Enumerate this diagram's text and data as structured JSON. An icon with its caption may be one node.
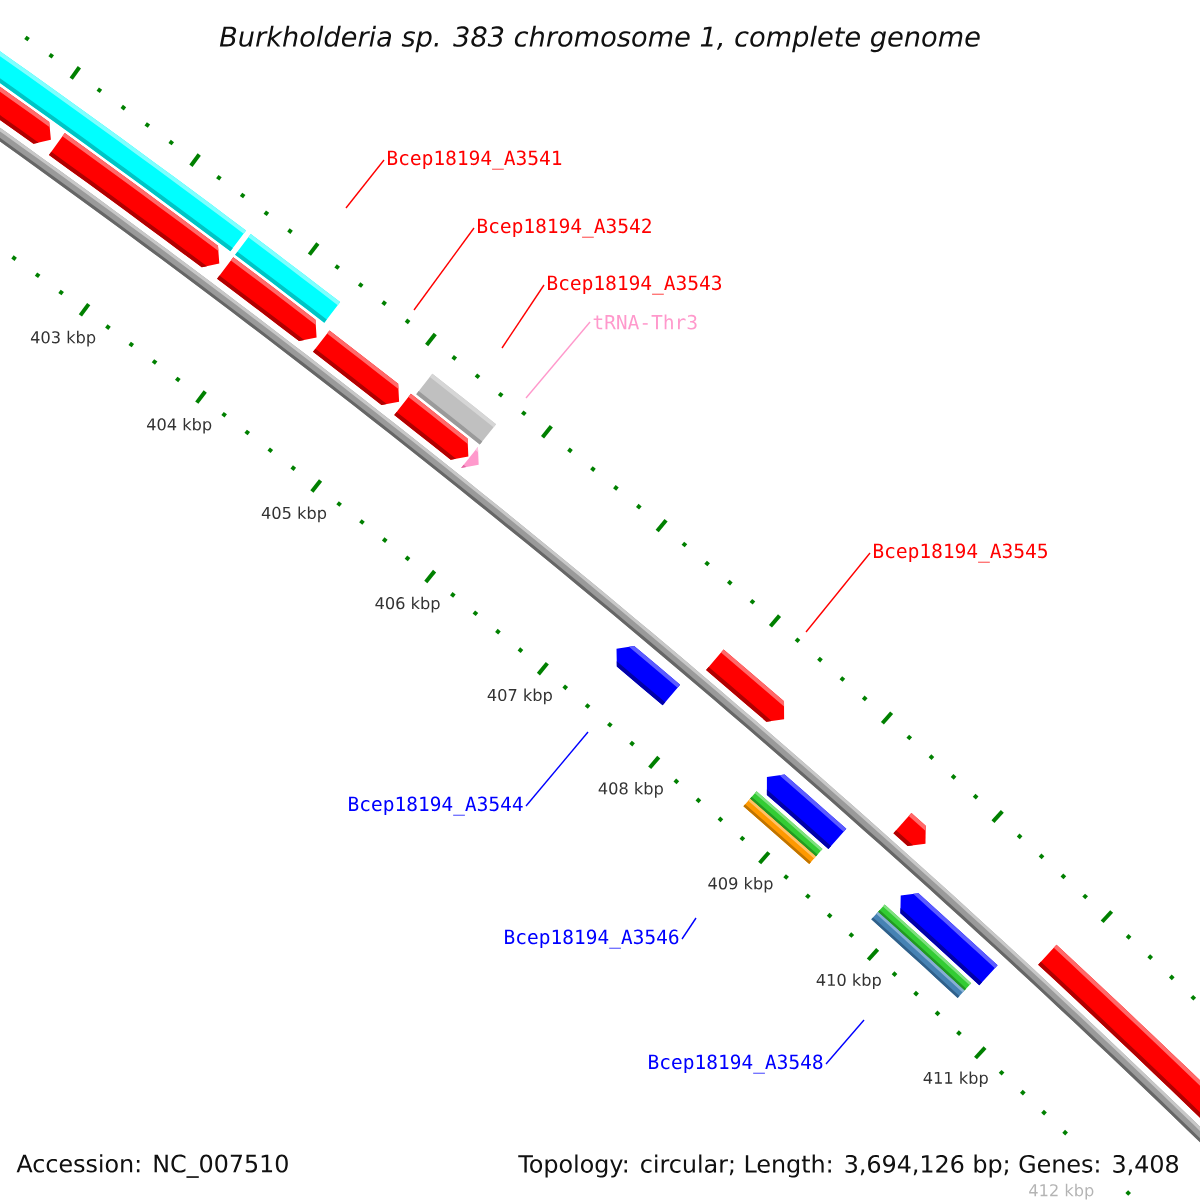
{
  "diagram": {
    "title": "Burkholderia sp. 383 chromosome 1, complete genome",
    "nodes": [
      {
        "text": [
          "Bcep18194_A3541"
        ]
      },
      {
        "text": [
          "Bcep18194_A3542"
        ]
      },
      {
        "text": [
          "Bcep18194_A3543"
        ]
      },
      {
        "text": [
          "tRNA-Thr3"
        ]
      },
      {
        "text": [
          "Bcep18194_A3545"
        ]
      },
      {
        "text": [
          "Bcep18194_A3544"
        ]
      },
      {
        "text": [
          "Bcep18194_A3546"
        ]
      },
      {
        "text": [
          "Bcep18194_A3548"
        ]
      }
    ],
    "edges": [
      {
        "from": 0,
        "to": null,
        "arrow": "none"
      },
      {
        "from": 1,
        "to": null,
        "arrow": "none"
      },
      {
        "from": 2,
        "to": null,
        "arrow": "none"
      },
      {
        "from": 3,
        "to": null,
        "arrow": "none",
        "color": "#ff99cc"
      },
      {
        "from": 4,
        "to": null,
        "arrow": "none"
      },
      {
        "from": 5,
        "to": null,
        "arrow": "none",
        "color": "#0000ff"
      },
      {
        "from": 6,
        "to": null,
        "arrow": "none",
        "color": "#0000ff"
      },
      {
        "from": 7,
        "to": null,
        "arrow": "none",
        "color": "#0000ff"
      }
    ],
    "labels": [
      "403 kbp",
      "404 kbp",
      "405 kbp",
      "406 kbp",
      "407 kbp",
      "408 kbp",
      "409 kbp",
      "410 kbp",
      "411 kbp",
      "Accession: NC_007510",
      "Topology: circular; Length: 3,694,126 bp; Genes: 3,408",
      "412 kbp"
    ]
  }
}
